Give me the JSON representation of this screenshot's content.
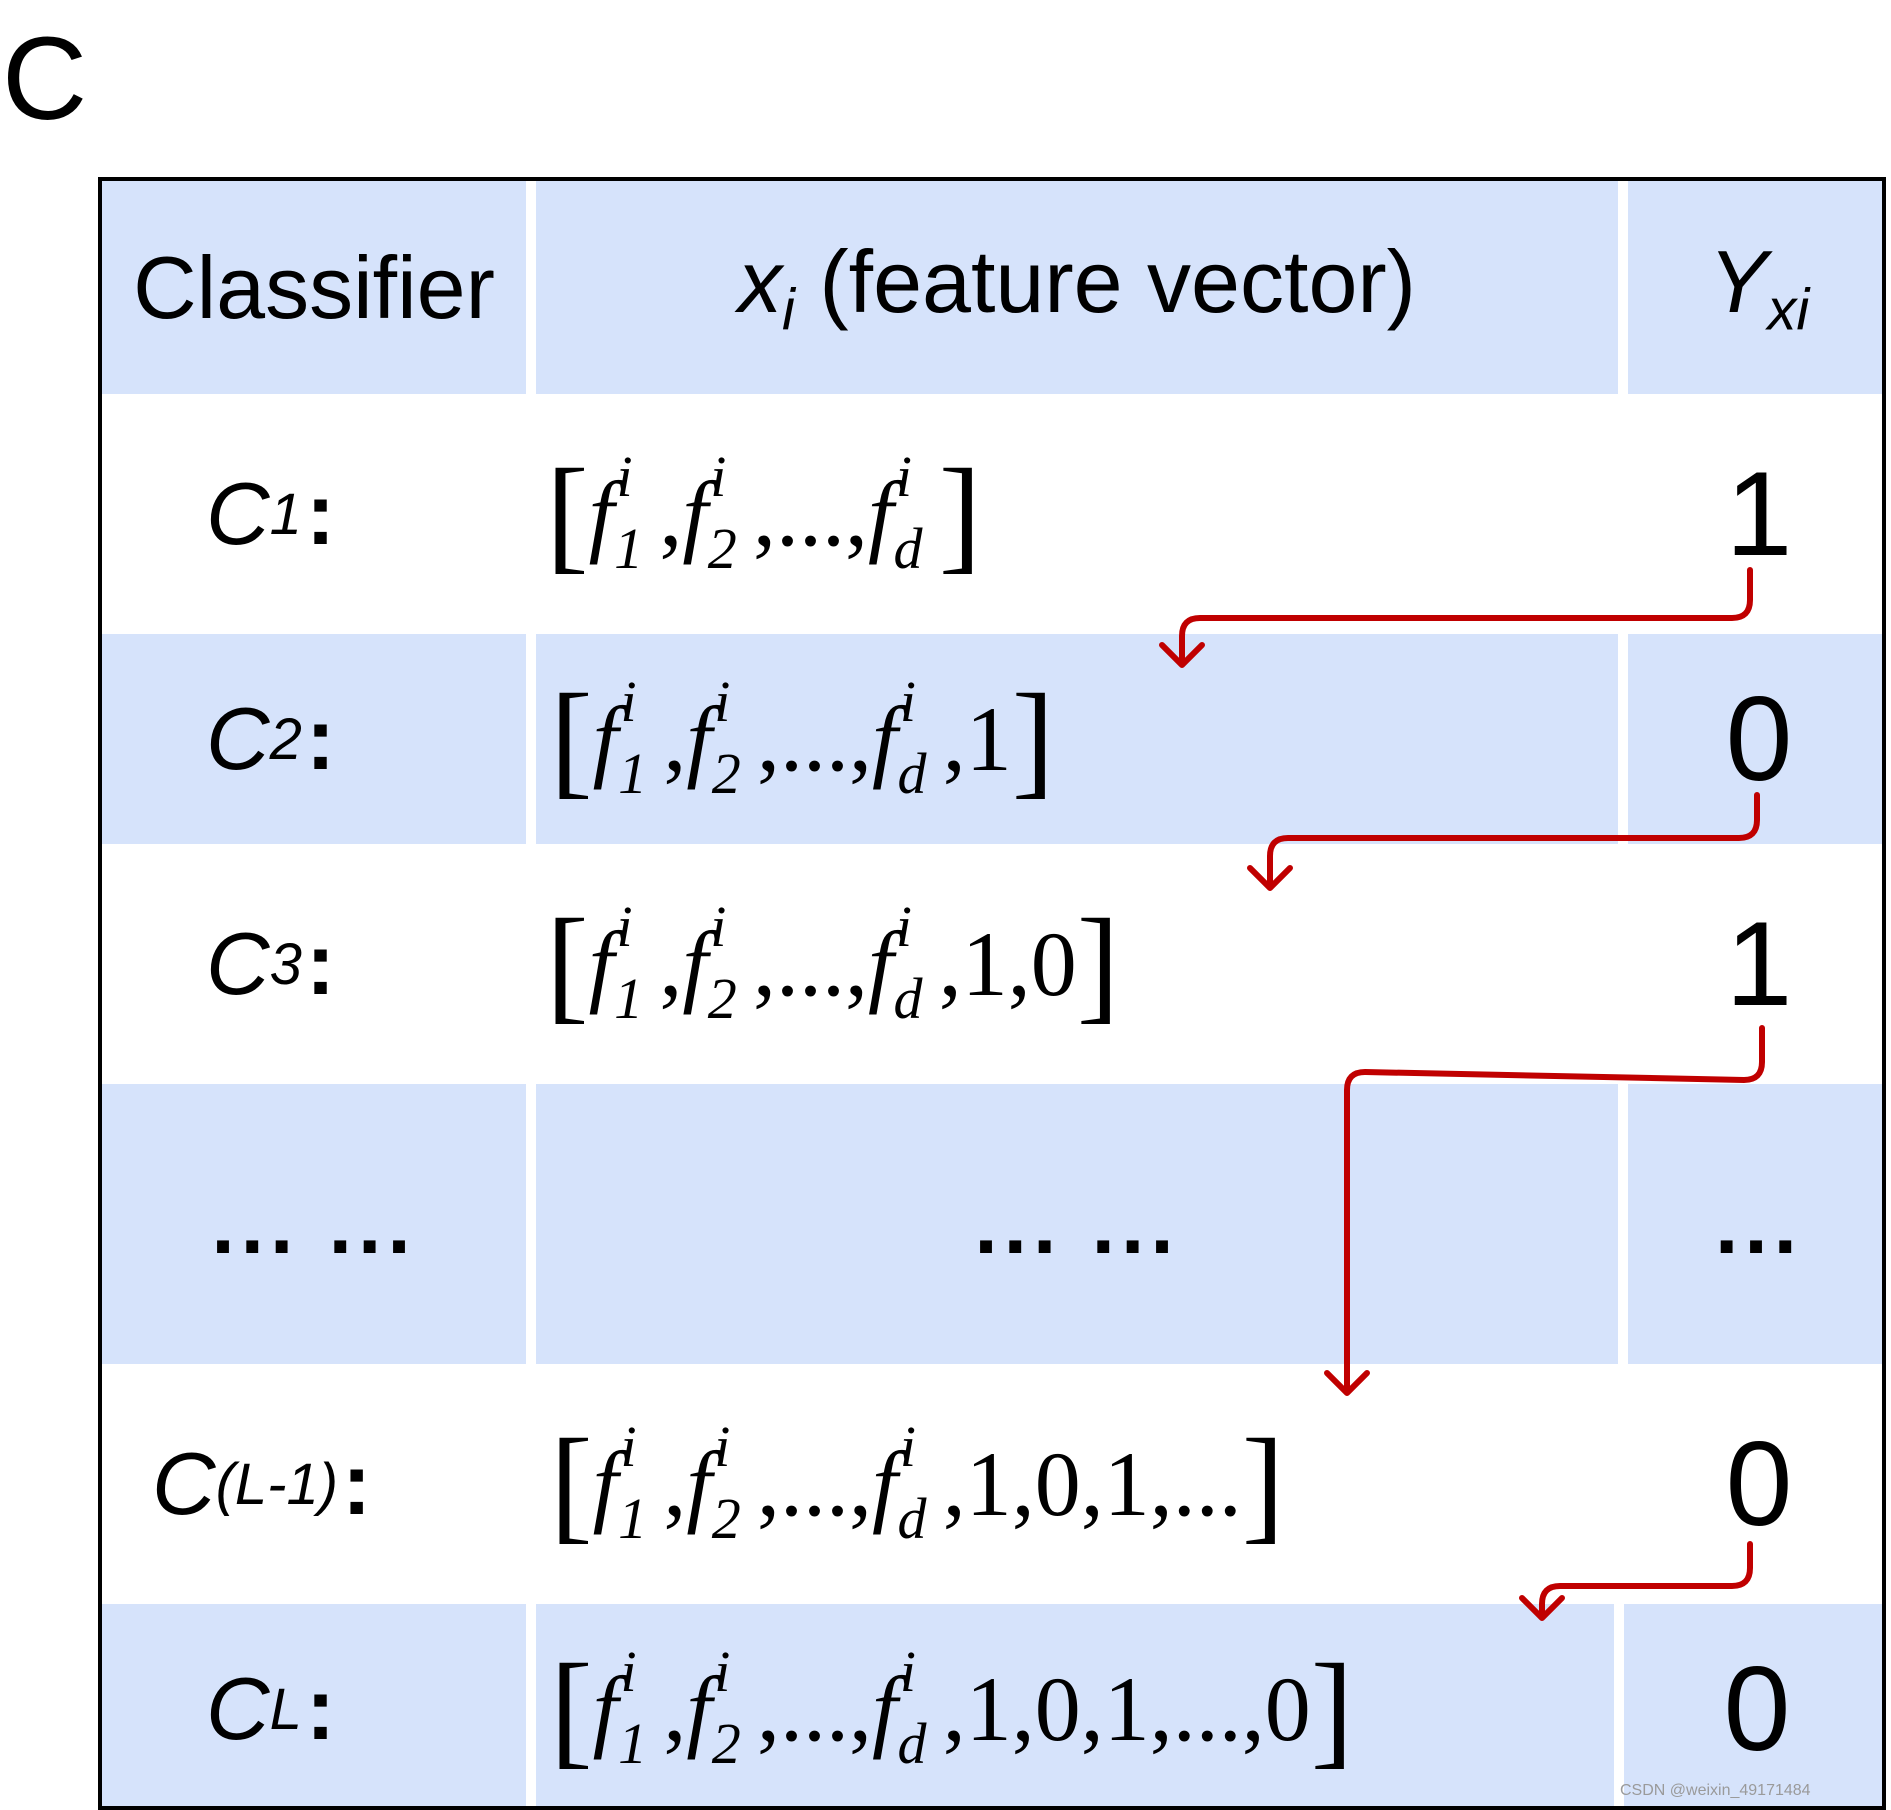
{
  "panel_letter": "C",
  "header": {
    "classifier": "Classifier",
    "feature_x": "x",
    "feature_x_sub": "i",
    "feature_rest": " (feature vector)",
    "label_y": "Y",
    "label_y_sub": "xi"
  },
  "rows": [
    {
      "name": "C",
      "sub": "1",
      "label_value": "1"
    },
    {
      "name": "C",
      "sub": "2",
      "label_value": "0"
    },
    {
      "name": "C",
      "sub": "3",
      "label_value": "1"
    },
    {
      "name": "C",
      "sub": "(L-1)",
      "label_value": "0"
    },
    {
      "name": "C",
      "sub": "L",
      "label_value": "0"
    }
  ],
  "vectors": {
    "open": "[",
    "close": "]",
    "f": "f",
    "sup_i": "i",
    "sub_1": "1",
    "sub_2": "2",
    "sub_d": "d",
    "comma": ",",
    "ellipsis": "...",
    "one": "1",
    "zero": "0"
  },
  "ellipsis_row": {
    "classifier": "... ...",
    "feature": "... ...",
    "label": "..."
  },
  "arrow_color": "#c00000",
  "cell_fill_color": "#d6e3fb",
  "watermark": "CSDN @weixin_49171484"
}
